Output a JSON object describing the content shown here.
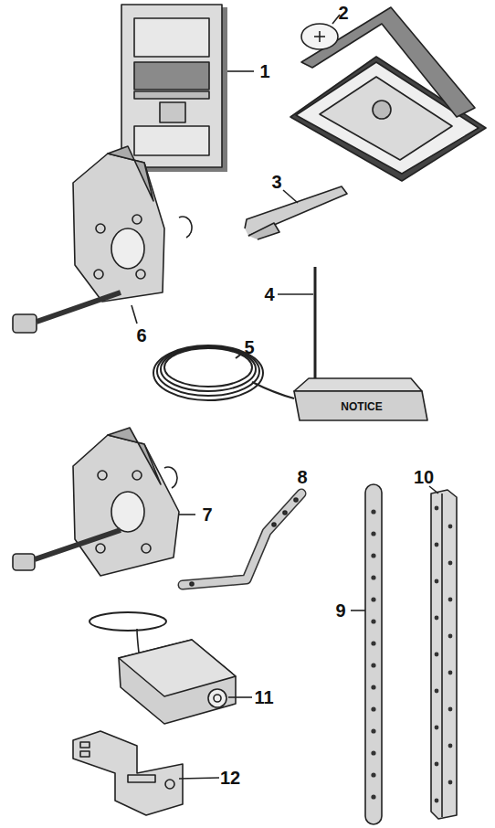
{
  "diagram": {
    "labels": [
      "1",
      "2",
      "3",
      "4",
      "NOTICE",
      "5",
      "6",
      "7",
      "8",
      "9",
      "10",
      "11",
      "12"
    ]
  }
}
